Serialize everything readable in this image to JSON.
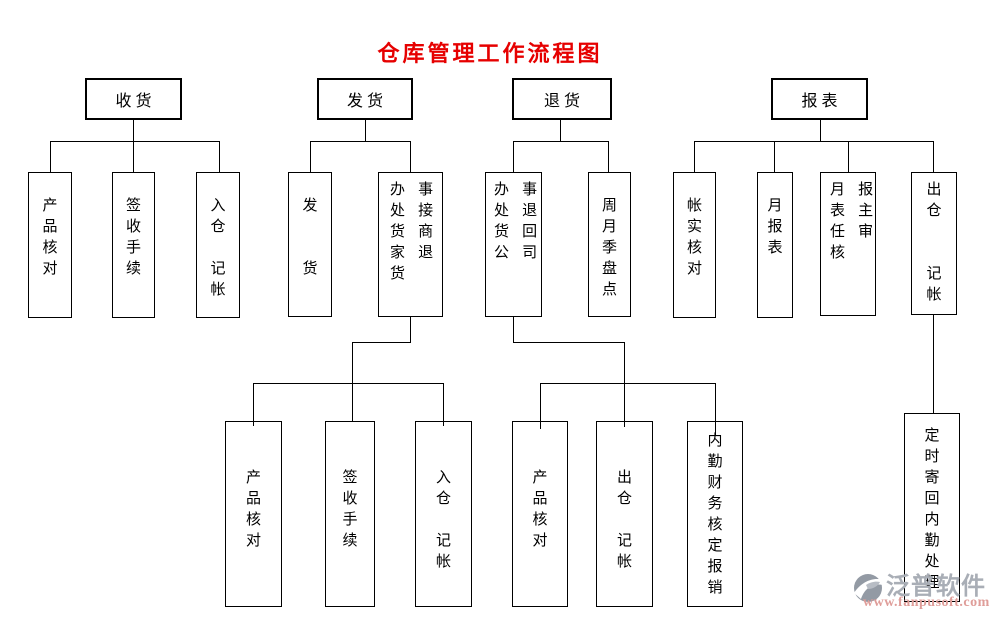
{
  "title": "仓库管理工作流程图",
  "colors": {
    "title": "#e60000",
    "line": "#000000",
    "box_border": "#000000",
    "background": "#ffffff",
    "watermark_brand": "#a9aeb6",
    "watermark_url": "#df9d99",
    "watermark_logo": "#939aa4"
  },
  "nodes": {
    "receiving": {
      "label": "收货"
    },
    "shipping": {
      "label": "发货"
    },
    "returns": {
      "label": "退货"
    },
    "reports": {
      "label": "报表"
    },
    "recv_check": {
      "label": "产\n品\n核\n对"
    },
    "recv_sign": {
      "label": "签\n收\n手\n续"
    },
    "recv_book": {
      "label": "入\n仓\n\n记\n帐"
    },
    "ship_dispatch": {
      "label": "发\n\n\n货"
    },
    "ship_office": {
      "label": "办 事\n处 接\n货 商\n家 退\n货"
    },
    "ship_check": {
      "label": "产\n品\n核\n对"
    },
    "ship_sign": {
      "label": "签\n收\n手\n续"
    },
    "ship_book": {
      "label": "入\n仓\n\n记\n帐"
    },
    "ret_office": {
      "label": "办 事\n处 退\n货 回\n公 司"
    },
    "ret_stocktake": {
      "label": "周\n月\n季\n盘\n点"
    },
    "ret_check": {
      "label": "产\n品\n核\n对"
    },
    "ret_out": {
      "label": "出\n仓\n\n记\n帐"
    },
    "ret_finance": {
      "label": "内\n勤\n财\n务\n核\n定\n报\n销"
    },
    "rep_verify": {
      "label": "帐\n实\n核\n对"
    },
    "rep_monthly": {
      "label": "月\n报\n表"
    },
    "rep_review": {
      "label": "月 报\n表 主\n任 审\n核"
    },
    "rep_out": {
      "label": "出\n仓\n\n\n记\n帐"
    },
    "rep_mail": {
      "label": "定\n时\n寄\n回\n内\n勤\n处\n理"
    }
  },
  "watermark": {
    "brand": "泛普软件",
    "url": "www.fanpusoft.com"
  }
}
